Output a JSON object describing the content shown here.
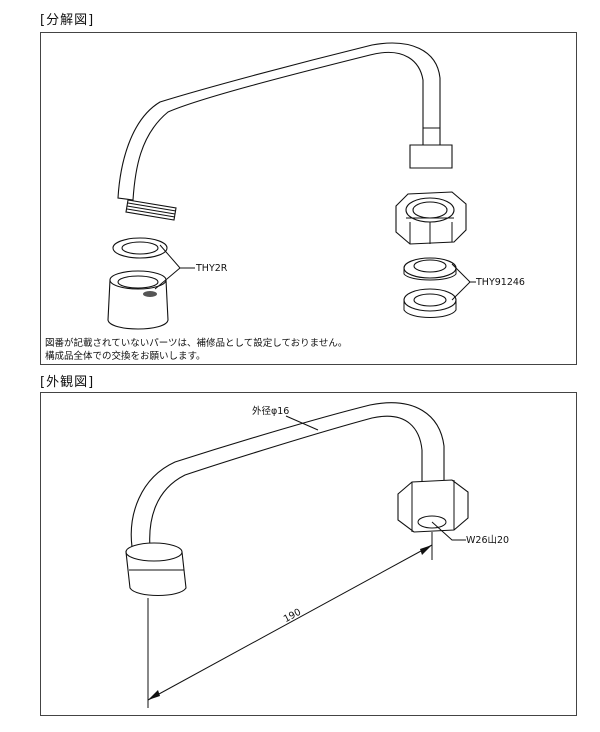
{
  "exploded": {
    "title": "[分解図]",
    "label_aerator": "THY2R",
    "label_nut": "THY91246",
    "note_line1": "図番が記載されていないパーツは、補修品として設定しておりません。",
    "note_line2": "構成品全体での交換をお願いします。"
  },
  "appearance": {
    "title": "[外観図]",
    "label_diameter": "外径φ16",
    "label_thread": "W26山20",
    "dimension_length": "190"
  }
}
